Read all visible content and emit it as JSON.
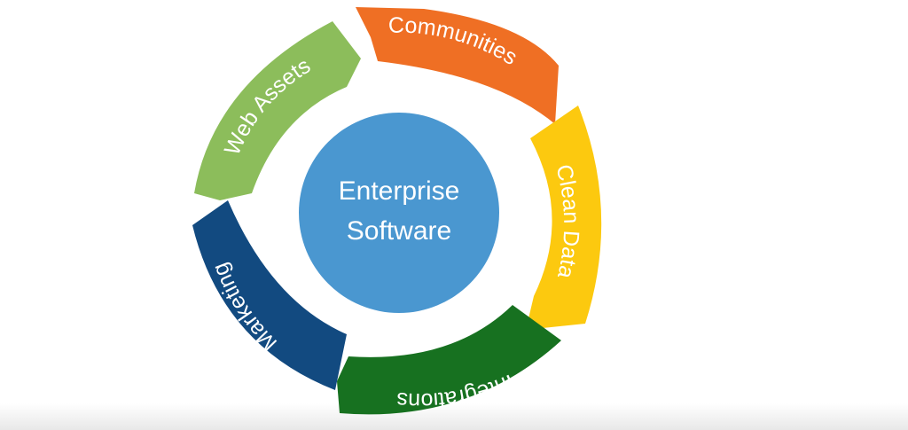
{
  "center": {
    "line1": "Enterprise",
    "line2": "Software",
    "color": "#4a97d0"
  },
  "segments": [
    {
      "id": "communities",
      "label": "Communities",
      "color": "#ef6f24"
    },
    {
      "id": "clean-data",
      "label": "Clean Data",
      "color": "#fcc90f"
    },
    {
      "id": "integrations",
      "label": "Integrations",
      "color": "#177120"
    },
    {
      "id": "marketing",
      "label": "Marketing",
      "color": "#124a80"
    },
    {
      "id": "web-assets",
      "label": "Web Assets",
      "color": "#8cbd5b"
    }
  ]
}
